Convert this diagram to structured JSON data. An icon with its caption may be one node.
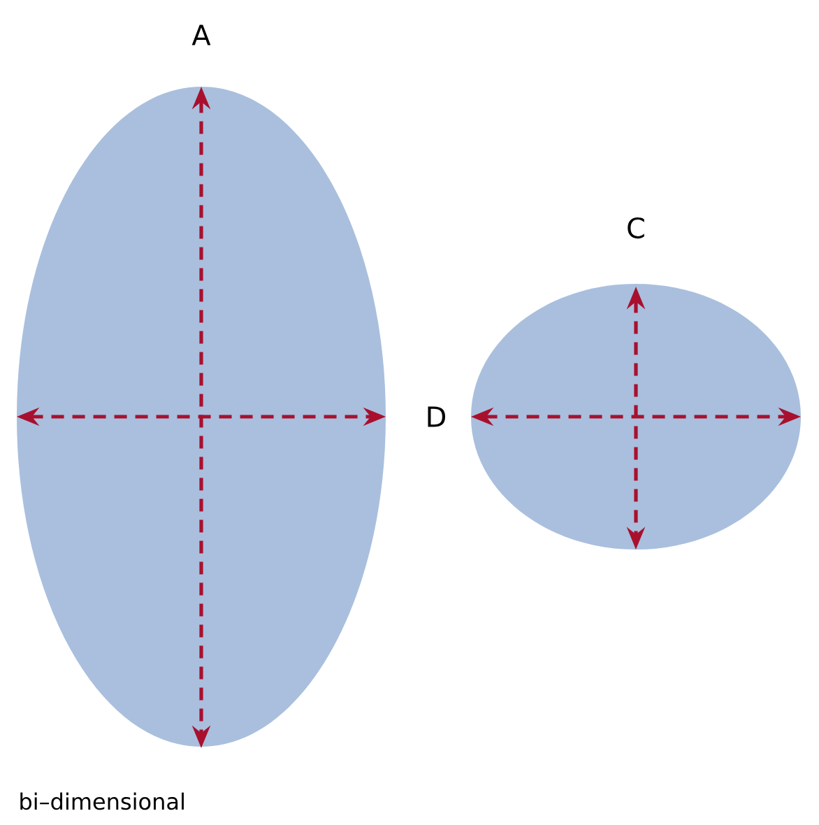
{
  "diagram": {
    "labels": [
      "A",
      "C",
      "D",
      "bi–dimensional"
    ]
  }
}
